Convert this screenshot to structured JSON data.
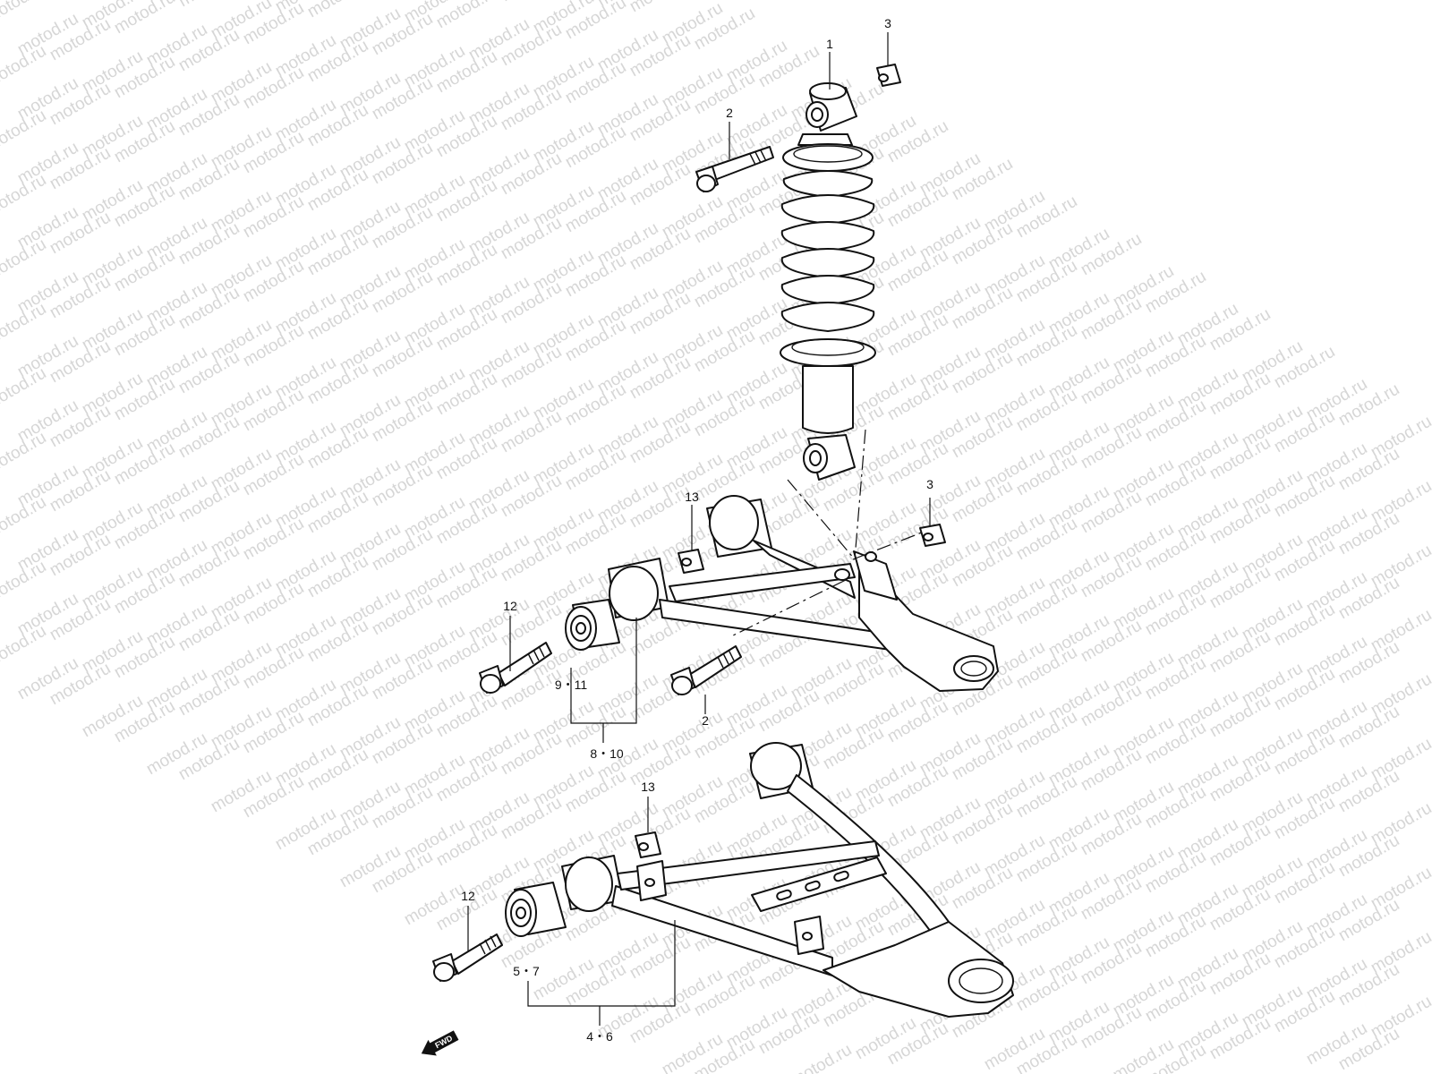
{
  "watermark": {
    "text": "motod.ru"
  },
  "callouts": {
    "c1": "1",
    "c2_top": "2",
    "c3_top": "3",
    "c3_mid": "3",
    "c13_upper": "13",
    "c12_upper": "12",
    "c9_11": "9・11",
    "c2_mid": "2",
    "c8_10": "8・10",
    "c13_lower": "13",
    "c12_lower": "12",
    "c5_7": "5・7",
    "c4_6": "4・6"
  },
  "fwd_label": "FWD"
}
